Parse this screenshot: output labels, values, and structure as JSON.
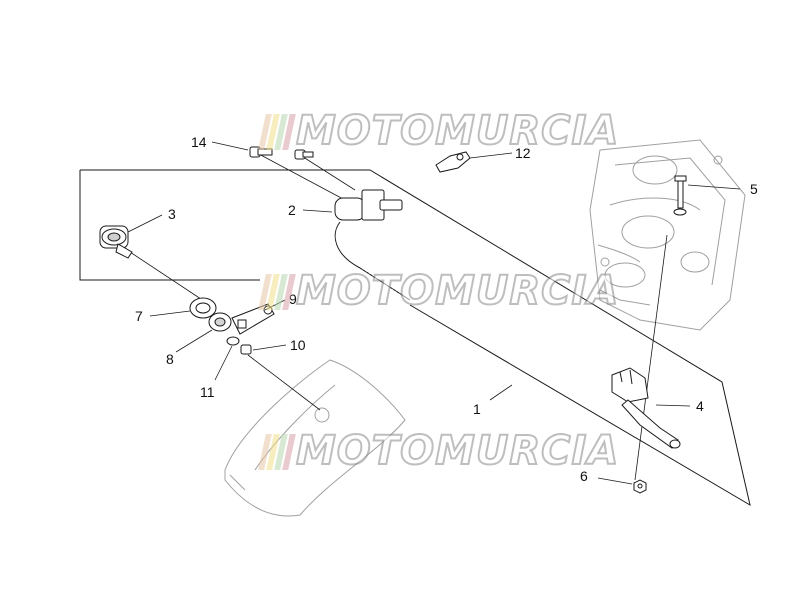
{
  "watermark": {
    "text": "MOTOMURCIA",
    "stripe_colors": [
      "#e9c7a8",
      "#f3e08a",
      "#b8d8b0",
      "#d8a0a8"
    ],
    "stroke_color": "#8a8a8a"
  },
  "callouts": [
    "1",
    "2",
    "3",
    "4",
    "5",
    "6",
    "7",
    "8",
    "9",
    "10",
    "11",
    "12",
    "14"
  ],
  "colors": {
    "line": "#1a1a1a",
    "frame_sketch": "#a0a0a0",
    "part_fill": "#ffffff"
  }
}
